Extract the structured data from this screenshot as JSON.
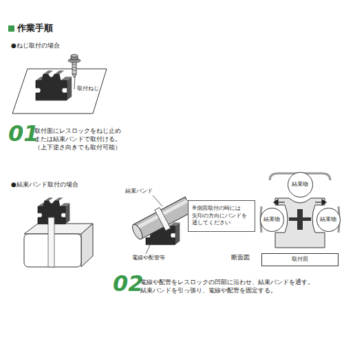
{
  "diagram": {
    "title": "作業手順",
    "nodes": [
      {
        "text": [
          "※側面取付の時には 矢印の方向にバンドを 通してください"
        ]
      },
      {
        "text": [
          "結束物"
        ]
      },
      {
        "text": [
          "結束物"
        ]
      },
      {
        "text": [
          "結束物"
        ]
      },
      {
        "text": [
          "取付面"
        ]
      }
    ],
    "labels": [
      "●ねじ取付の場合",
      "取付ねじ",
      "01",
      "取付面にレスロックをねじ止め または結束バンドで取付ける。 （上下逆さ向きでも取付可能）",
      "●結束バンド取付の場合",
      "結束バンド",
      "電線や配管等",
      "断面図",
      "02",
      "電線や配管をレスロックの凹部に沿わせ、結束バンドを通す。 結束バンドを引っ張り、電線や配管を固定する。"
    ]
  }
}
